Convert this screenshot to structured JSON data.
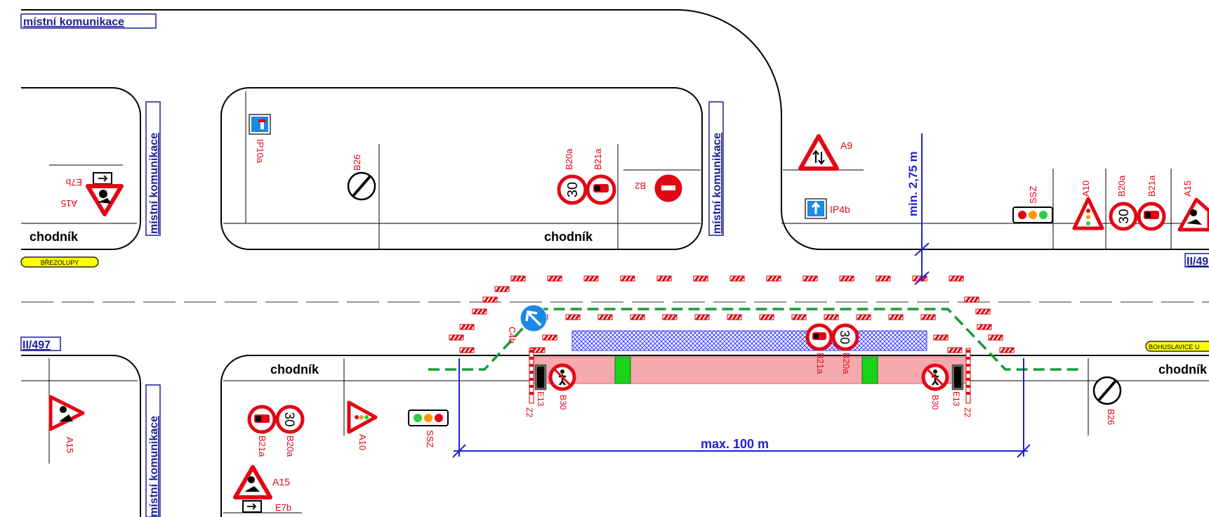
{
  "labels": {
    "road_local_top": "místní komunikace",
    "road_local_v1": "místní komunikace",
    "road_local_v2": "místní komunikace",
    "road_local_v3": "místní komunikace",
    "road_ii497_left": "II/497",
    "road_ii497_right": "II/49",
    "sidewalk": [
      "chodník",
      "chodník",
      "chodník",
      "chodník"
    ],
    "town_brezolupy": "BŘEZOLUPY",
    "town_bohuslavice": "BOHUSLAVICE U",
    "dim_width": "min. 2,75 m",
    "dim_length": "max. 100 m"
  },
  "signs": {
    "ip10a": "IP10a",
    "b26": "B26",
    "b20a": "B20a",
    "b21a": "B21a",
    "b2": "B2",
    "a9": "A9",
    "ip4b": "IP4b",
    "ssz": "SSZ",
    "a10": "A10",
    "a15": "A15",
    "e7b": "E7b",
    "c4b": "C4b",
    "e13": "E13",
    "z2": "Z2",
    "b30": "B30",
    "speed": "30"
  },
  "colors": {
    "sign_red": "#e30613",
    "dimension_blue": "#1f1fd6",
    "detour_green": "#1a9a3a",
    "work_zone_pink": "#f4a9ad",
    "hatch_blue": "#3d3dff",
    "label_road_blue": "#1d1d9a",
    "town_sign_yellow": "#ffff00"
  }
}
